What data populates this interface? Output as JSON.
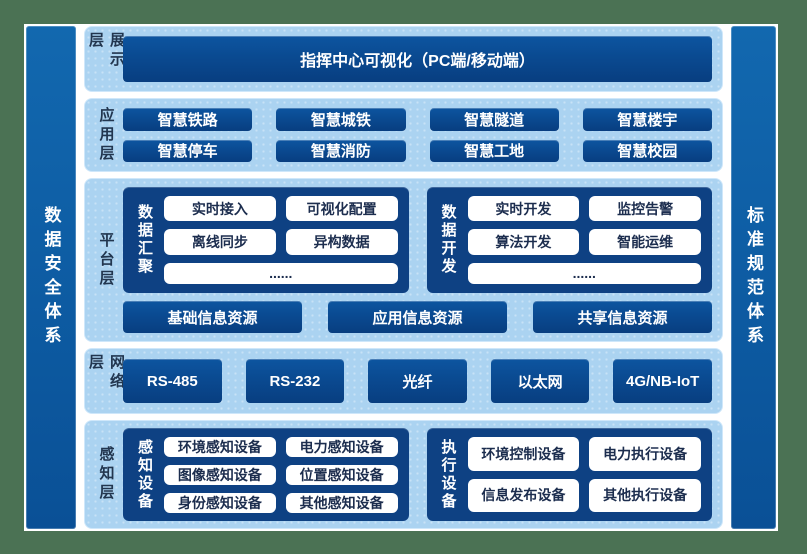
{
  "colors": {
    "frame_green": "#4b7254",
    "canvas_white": "#ffffff",
    "panel_light_blue": "#abd3f1",
    "box_dark_blue": "#0a4a91",
    "subpanel_navy": "#0e4183",
    "pillar_blue": "#0d5ba2",
    "label_dark": "#22364f"
  },
  "pillars": {
    "left": "数据安全体系",
    "right": "标准规范体系"
  },
  "layers": {
    "display": {
      "label": "展示层",
      "item": "指挥中心可视化（PC端/移动端）"
    },
    "application": {
      "label": "应用层",
      "rows": [
        [
          "智慧铁路",
          "智慧城铁",
          "智慧隧道",
          "智慧楼宇"
        ],
        [
          "智慧停车",
          "智慧消防",
          "智慧工地",
          "智慧校园"
        ]
      ]
    },
    "platform": {
      "label": "平台层",
      "groups": [
        {
          "label": "数据汇聚",
          "items": [
            [
              "实时接入",
              "可视化配置"
            ],
            [
              "离线同步",
              "异构数据"
            ]
          ],
          "more": "......"
        },
        {
          "label": "数据开发",
          "items": [
            [
              "实时开发",
              "监控告警"
            ],
            [
              "算法开发",
              "智能运维"
            ]
          ],
          "more": "......"
        }
      ],
      "resources": [
        "基础信息资源",
        "应用信息资源",
        "共享信息资源"
      ]
    },
    "network": {
      "label": "网络层",
      "items": [
        "RS-485",
        "RS-232",
        "光纤",
        "以太网",
        "4G/NB-IoT"
      ]
    },
    "perception": {
      "label": "感知层",
      "groups": [
        {
          "label": "感知设备",
          "rows": [
            [
              "环境感知设备",
              "电力感知设备"
            ],
            [
              "图像感知设备",
              "位置感知设备"
            ],
            [
              "身份感知设备",
              "其他感知设备"
            ]
          ]
        },
        {
          "label": "执行设备",
          "rows": [
            [
              "环境控制设备",
              "电力执行设备"
            ],
            [
              "信息发布设备",
              "其他执行设备"
            ]
          ]
        }
      ]
    }
  }
}
